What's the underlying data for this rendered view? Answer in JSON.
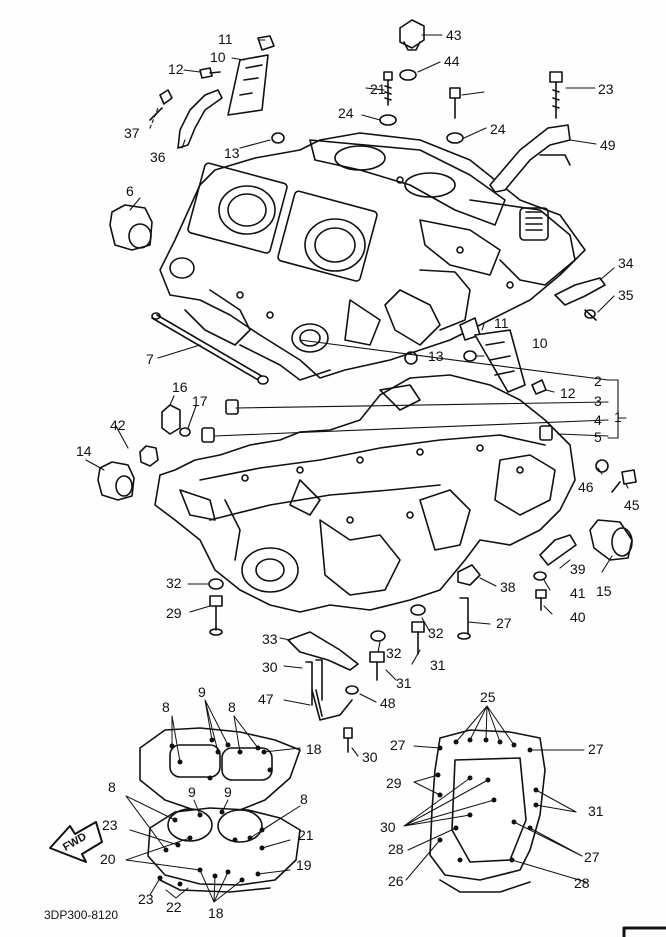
{
  "diagram": {
    "code": "3DP300-8120",
    "fwd_label": "FWD",
    "callouts": [
      "1",
      "2",
      "3",
      "4",
      "5",
      "6",
      "7",
      "8",
      "9",
      "10",
      "11",
      "12",
      "13",
      "14",
      "15",
      "16",
      "17",
      "18",
      "19",
      "20",
      "21",
      "22",
      "23",
      "24",
      "25",
      "26",
      "27",
      "28",
      "29",
      "30",
      "31",
      "32",
      "33",
      "34",
      "35",
      "36",
      "37",
      "38",
      "39",
      "40",
      "41",
      "42",
      "43",
      "44",
      "45",
      "46",
      "47",
      "48",
      "49"
    ]
  }
}
